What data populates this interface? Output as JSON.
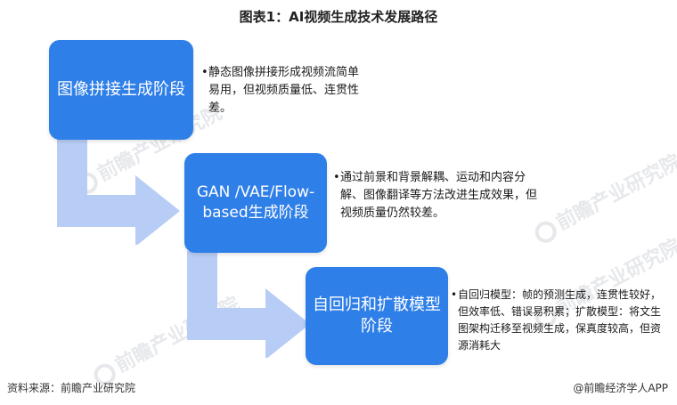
{
  "title": "图表1：AI视频生成技术发展路径",
  "stages": [
    {
      "label": "图像拼接生成阶段",
      "description": "静态图像拼接形成视频流简单易用，但视频质量低、连贯性差。"
    },
    {
      "label": "GAN /VAE/Flow-based生成阶段",
      "description": "通过前景和背景解耦、运动和内容分解、图像翻译等方法改进生成效果，但视频质量仍然较差。"
    },
    {
      "label": "自回归和扩散模型阶段",
      "description": "自回归模型：帧的预测生成，连贯性较好，但效率低、错误易积累；扩散模型：将文生图架构迁移至视频生成，保真度较高，但资源消耗大"
    }
  ],
  "bullet_symbol": "•",
  "watermark": "前瞻产业研究院",
  "footer": {
    "source": "资料来源：前瞻产业研究院",
    "credit": "@前瞻经济学人APP"
  },
  "colors": {
    "stage_fill": "#2f7fe8",
    "arrow_fill": "#b8cdf5"
  }
}
